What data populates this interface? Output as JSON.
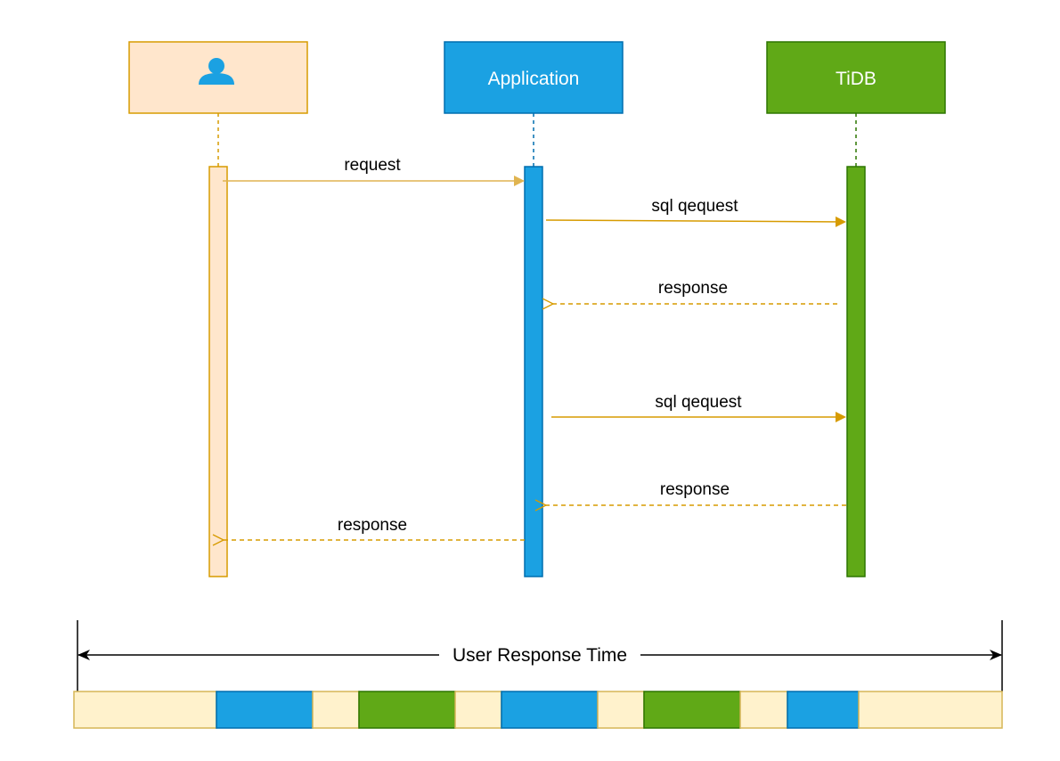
{
  "participants": {
    "user": {
      "icon": "user-icon",
      "fill": "#ffe6cc",
      "stroke": "#d79b00"
    },
    "application": {
      "label": "Application",
      "fill": "#1ba1e2",
      "stroke": "#006eaf"
    },
    "tidb": {
      "label": "TiDB",
      "fill": "#60a917",
      "stroke": "#2d7600"
    }
  },
  "messages": {
    "m1": "request",
    "m2": "sql qequest",
    "m3": "response",
    "m4": "sql qequest",
    "m5": "response",
    "m6": "response"
  },
  "timeline": {
    "label": "User Response Time",
    "segments": [
      {
        "type": "user",
        "color": "#fff2cc"
      },
      {
        "type": "application",
        "color": "#1ba1e2"
      },
      {
        "type": "user",
        "color": "#fff2cc"
      },
      {
        "type": "tidb",
        "color": "#60a917"
      },
      {
        "type": "user",
        "color": "#fff2cc"
      },
      {
        "type": "application",
        "color": "#1ba1e2"
      },
      {
        "type": "user",
        "color": "#fff2cc"
      },
      {
        "type": "tidb",
        "color": "#60a917"
      },
      {
        "type": "user",
        "color": "#fff2cc"
      },
      {
        "type": "application",
        "color": "#1ba1e2"
      },
      {
        "type": "user",
        "color": "#fff2cc"
      }
    ]
  },
  "colors": {
    "arrow": "#d79b00",
    "user_arrow": "#e0b450",
    "text": "#000000"
  }
}
